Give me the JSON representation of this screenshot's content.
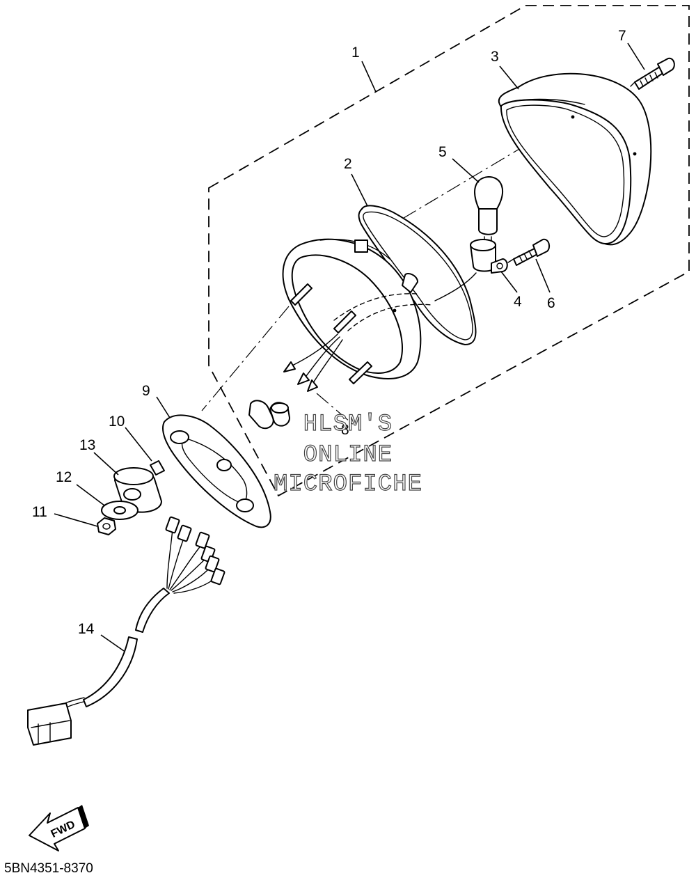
{
  "diagram": {
    "callouts": [
      {
        "id": "1",
        "label": "1"
      },
      {
        "id": "2",
        "label": "2"
      },
      {
        "id": "3",
        "label": "3"
      },
      {
        "id": "4",
        "label": "4"
      },
      {
        "id": "5",
        "label": "5"
      },
      {
        "id": "6",
        "label": "6"
      },
      {
        "id": "7",
        "label": "7"
      },
      {
        "id": "8",
        "label": "8"
      },
      {
        "id": "9",
        "label": "9"
      },
      {
        "id": "10",
        "label": "10"
      },
      {
        "id": "11",
        "label": "11"
      },
      {
        "id": "12",
        "label": "12"
      },
      {
        "id": "13",
        "label": "13"
      },
      {
        "id": "14",
        "label": "14"
      }
    ],
    "watermark": [
      "HLSM'S",
      "ONLINE",
      "MICROFICHE"
    ],
    "fwd_label": "FWD",
    "diagram_code": "5BN4351-8370"
  }
}
